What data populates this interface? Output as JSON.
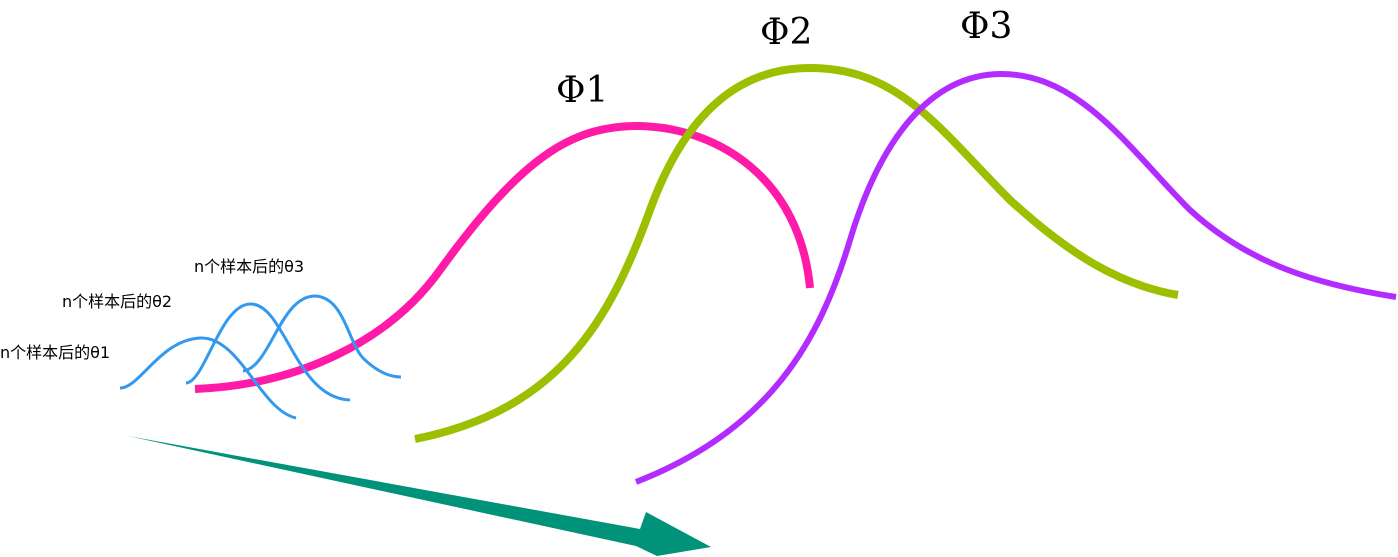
{
  "labels": {
    "phi1": "Φ1",
    "phi2": "Φ2",
    "phi3": "Φ3",
    "theta1": "n个样本后的θ1",
    "theta2": "n个样本后的θ2",
    "theta3": "n个样本后的θ3"
  },
  "colors": {
    "phi1": "#ff1aa8",
    "phi2": "#9cbf00",
    "phi3": "#b32cff",
    "theta": "#3399ee",
    "arrow": "#00937a"
  }
}
